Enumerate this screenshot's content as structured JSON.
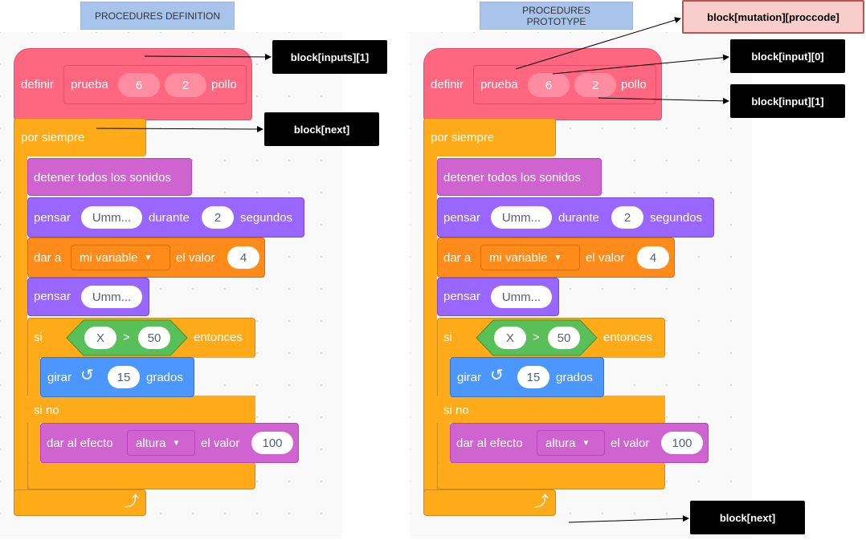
{
  "titles": {
    "left": "PROCEDURES DEFINITION",
    "right_line1": "PROCEDURES",
    "right_line2": "PROTOTYPE"
  },
  "blocks": {
    "define": "definir",
    "proc_name": "prueba",
    "arg1": "6",
    "arg2": "2",
    "proc_suffix": "pollo",
    "forever": "por siempre",
    "stop_sounds": "detener todos los sonidos",
    "think_for_label": "pensar",
    "think_for_msg": "Umm...",
    "think_for_during": "durante",
    "think_for_secs": "2",
    "think_for_unit": "segundos",
    "set_var_label": "dar a",
    "set_var_name": "mi variable",
    "set_var_value_label": "el valor",
    "set_var_value": "4",
    "think_label": "pensar",
    "think_msg": "Umm...",
    "if_label": "si",
    "cond_left": "X",
    "cond_op": ">",
    "cond_right": "50",
    "then_label": "entonces",
    "turn_label": "girar",
    "turn_value": "15",
    "turn_unit": "grados",
    "else_label": "si no",
    "effect_label": "dar al efecto",
    "effect_name": "altura",
    "effect_value_label": "el valor",
    "effect_value": "100"
  },
  "callouts": {
    "inputs1": "block[inputs][1]",
    "next_left": "block[next]",
    "mutation": "block[mutation][proccode]",
    "input0": "block[input][0]",
    "input1": "block[input][1]",
    "next_right": "block[next]"
  },
  "colors": {
    "define": "#ff6680",
    "control": "#ffab19",
    "sound": "#cf63cf",
    "looks": "#9966ff",
    "variables": "#ff8c1a",
    "operators": "#59c059",
    "motion": "#4c97ff",
    "panel": "#f9f9f9",
    "title_bg": "#a9c4eb"
  }
}
